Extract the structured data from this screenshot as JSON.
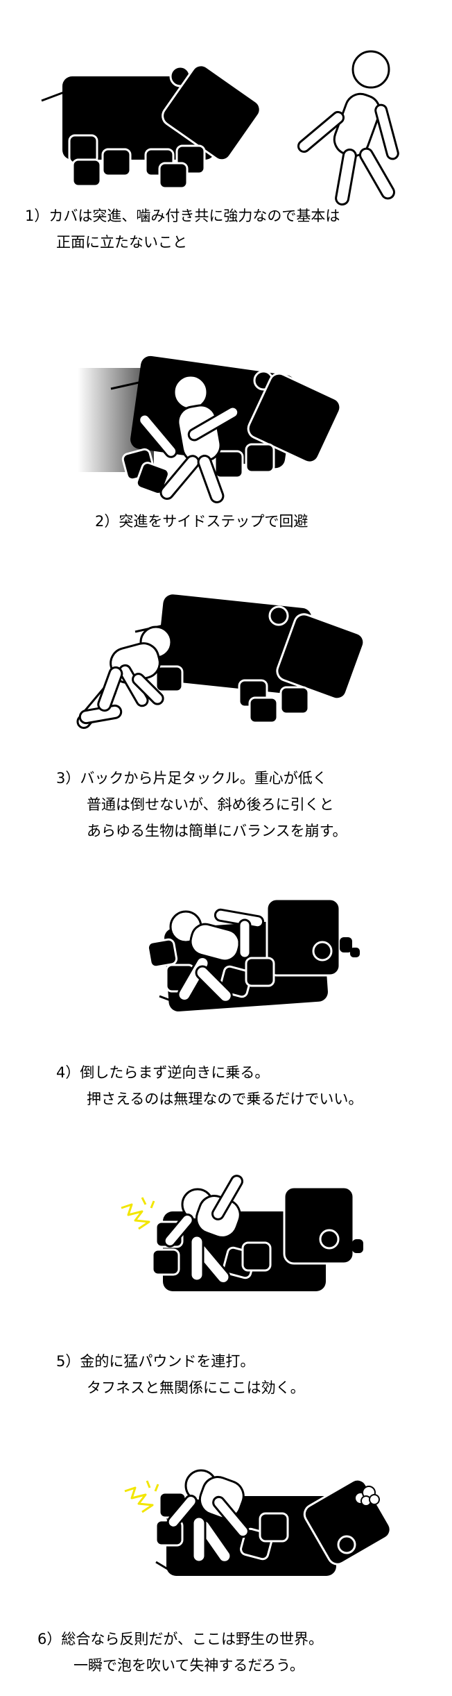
{
  "steps": [
    {
      "lines": [
        "1）カバは突進、噛み付き共に強力なので基本は",
        "正面に立たないこと"
      ]
    },
    {
      "lines": [
        "2）突進をサイドステップで回避"
      ]
    },
    {
      "lines": [
        "3）バックから片足タックル。重心が低く",
        "普通は倒せないが、斜め後ろに引くと",
        "あらゆる生物は簡単にバランスを崩す。"
      ]
    },
    {
      "lines": [
        "4）倒したらまず逆向きに乗る。",
        "押さえるのは無理なので乗るだけでいい。"
      ]
    },
    {
      "lines": [
        "5）金的に猛パウンドを連打。",
        "タフネスと無関係にここは効く。"
      ]
    },
    {
      "lines": [
        "6）総合なら反則だが、ここは野生の世界。",
        "一瞬で泡を吹いて失神するだろう。"
      ]
    }
  ],
  "colors": {
    "ink": "#000000",
    "paper": "#ffffff",
    "impact": "#f2e600"
  },
  "icons": [
    "hippo-figure",
    "stick-man-figure",
    "impact-burst-icon"
  ]
}
